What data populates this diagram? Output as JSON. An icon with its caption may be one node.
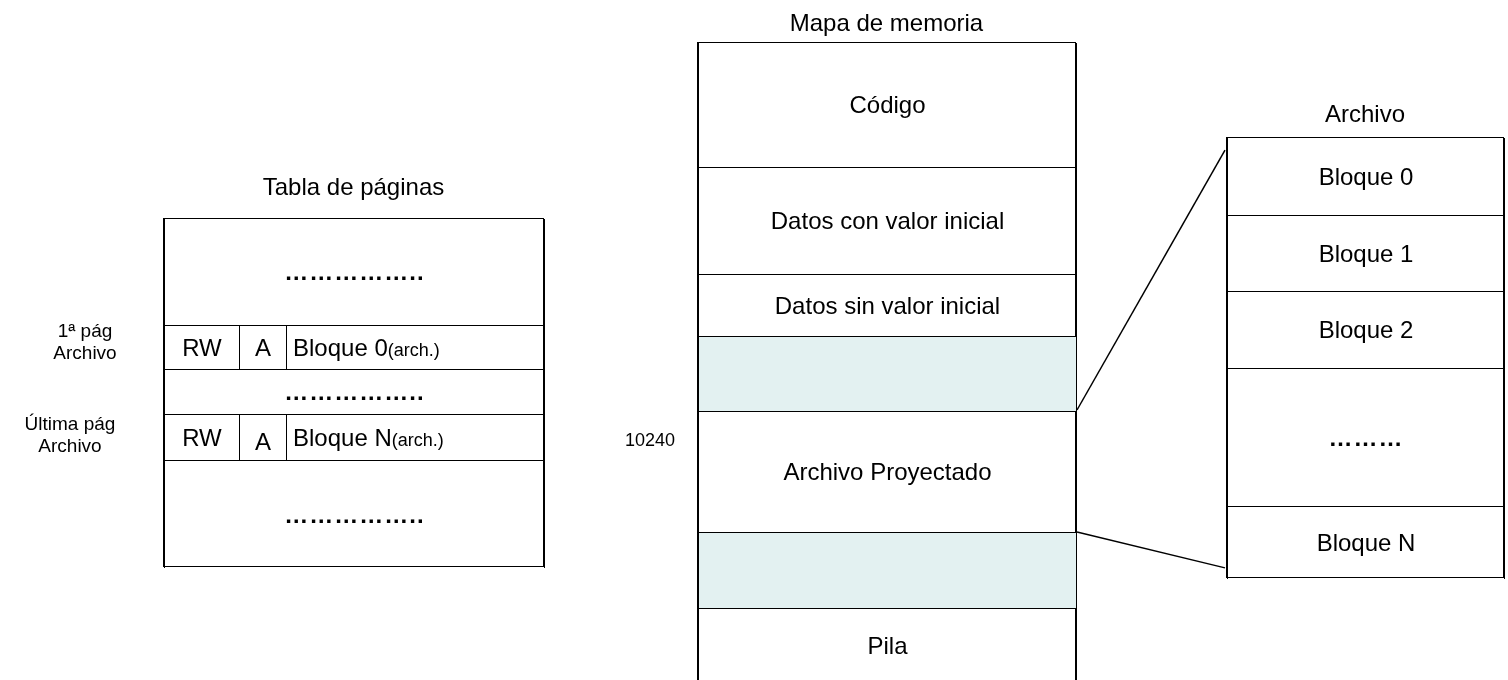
{
  "diagram": {
    "nodes": [
      {
        "text": [
          "Tabla de páginas"
        ]
      },
      {
        "text": [
          "…………….."
        ],
        "in": 0
      },
      {
        "text": [
          "RW"
        ],
        "in": 0,
        "beside": [
          "1ª pág Archivo"
        ]
      },
      {
        "text": [
          "A"
        ],
        "in": 0
      },
      {
        "text": [
          "Bloque 0",
          "(arch.)"
        ],
        "in": 0
      },
      {
        "text": [
          "…………….."
        ],
        "in": 0
      },
      {
        "text": [
          "RW"
        ],
        "in": 0,
        "beside": [
          "Última pág Archivo"
        ]
      },
      {
        "text": [
          "A"
        ],
        "in": 0
      },
      {
        "text": [
          "Bloque N",
          "(arch.)"
        ],
        "in": 0
      },
      {
        "text": [
          "…………….."
        ],
        "in": 0
      },
      {
        "text": [
          "Mapa de memoria"
        ]
      },
      {
        "text": [
          "Código"
        ],
        "in": 10
      },
      {
        "text": [
          "Datos con valor inicial"
        ],
        "in": 10
      },
      {
        "text": [
          "Datos sin valor inicial"
        ],
        "in": 10
      },
      {
        "text": [],
        "shape": "box",
        "in": 10
      },
      {
        "text": [
          "Archivo Proyectado"
        ],
        "in": 10,
        "beside": [
          "10240"
        ]
      },
      {
        "text": [],
        "shape": "box",
        "in": 10
      },
      {
        "text": [
          "Pila"
        ],
        "in": 10
      },
      {
        "text": [
          "Archivo"
        ]
      },
      {
        "text": [
          "Bloque 0"
        ],
        "in": 18
      },
      {
        "text": [
          "Bloque 1"
        ],
        "in": 18
      },
      {
        "text": [
          "Bloque 2"
        ],
        "in": 18
      },
      {
        "text": [
          "………"
        ],
        "in": 18
      },
      {
        "text": [
          "Bloque N"
        ],
        "in": 18
      }
    ],
    "edges": [
      {
        "from": 15,
        "to": 18,
        "arrow": "none"
      },
      {
        "from": 15,
        "to": 18,
        "arrow": "none"
      }
    ]
  }
}
